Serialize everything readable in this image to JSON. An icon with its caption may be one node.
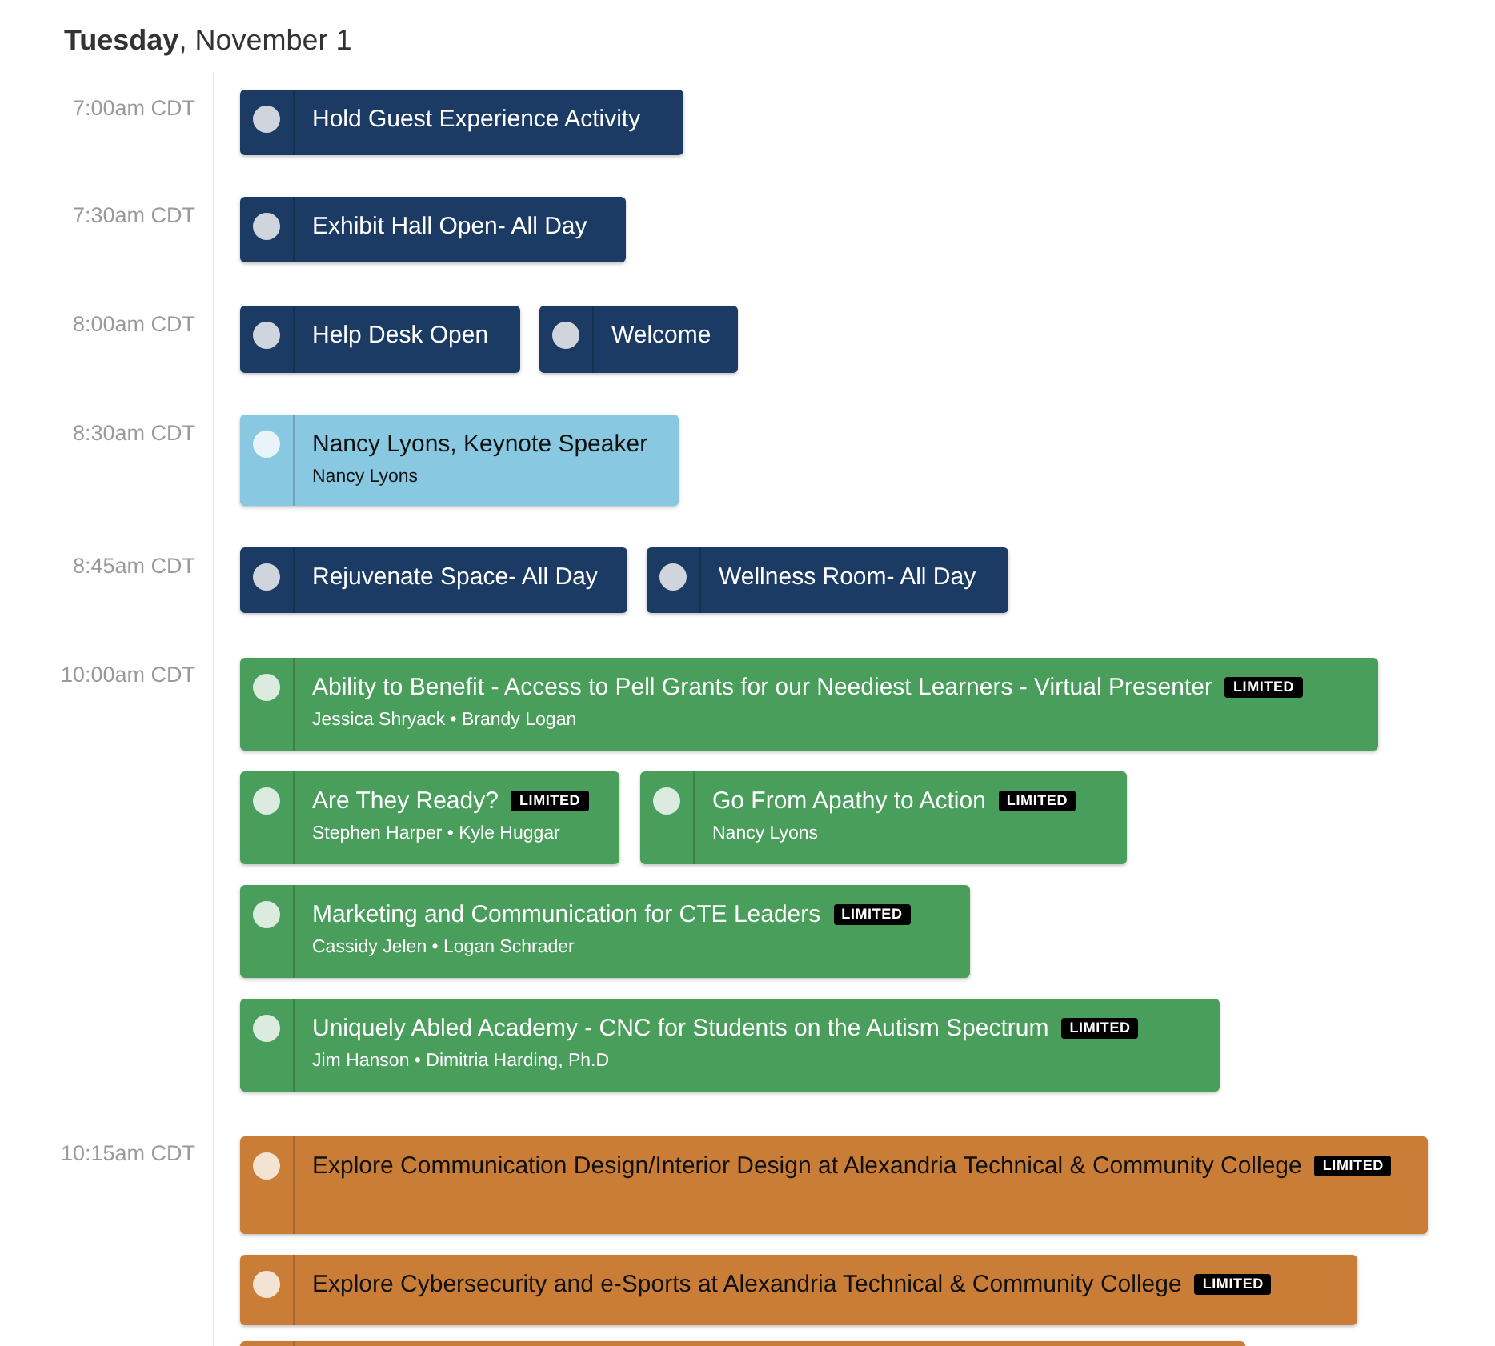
{
  "diagram": {
    "title": "**Tuesday**, November 1",
    "nodes": [
      {
        "text": [
          "Hold Guest Experience Activity"
        ]
      },
      {
        "text": [
          "Exhibit Hall Open- All Day"
        ]
      },
      {
        "text": [
          "Help Desk Open"
        ]
      },
      {
        "text": [
          "Welcome"
        ]
      },
      {
        "text": [
          "Nancy Lyons, Keynote Speaker",
          "Nancy Lyons"
        ]
      },
      {
        "text": [
          "Rejuvenate Space- All Day"
        ]
      },
      {
        "text": [
          "Wellness Room- All Day"
        ]
      },
      {
        "text": [
          "Ability to Benefit - Access to Pell Grants for our Neediest Learners - Virtual Presenter",
          "LIMITED",
          "Jessica Shryack • Brandy Logan"
        ]
      },
      {
        "text": [
          "Are They Ready?",
          "LIMITED",
          "Stephen Harper • Kyle Huggar"
        ]
      },
      {
        "text": [
          "Go From Apathy to Action",
          "LIMITED",
          "Nancy Lyons"
        ]
      },
      {
        "text": [
          "Marketing and Communication for CTE Leaders",
          "LIMITED",
          "Cassidy Jelen • Logan Schrader"
        ]
      },
      {
        "text": [
          "Uniquely Abled Academy - CNC for Students on the Autism Spectrum",
          "LIMITED",
          "Jim Hanson • Dimitria Harding, Ph.D"
        ]
      },
      {
        "text": [
          "Explore Communication Design/Interior Design at Alexandria Technical & Community College",
          "LIMITED"
        ]
      },
      {
        "text": [
          "Explore Cybersecurity and e-Sports at Alexandria Technical & Community College",
          "LIMITED"
        ]
      },
      {
        "text": [],
        "shape": "bar"
      }
    ],
    "edges": [],
    "labels": [
      "7:00am CDT",
      "7:30am CDT",
      "8:00am CDT",
      "8:30am CDT",
      "8:45am CDT",
      "10:00am CDT",
      "10:15am CDT"
    ]
  }
}
